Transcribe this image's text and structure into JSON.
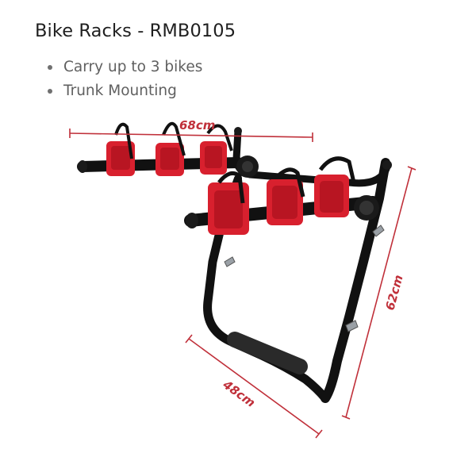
{
  "product": {
    "title": "Bike Racks - RMB0105",
    "features": [
      "Carry up to 3 bikes",
      "Trunk Mounting"
    ]
  },
  "image": {
    "subject": "trunk-mount-bike-rack",
    "dimensions": {
      "width": "68cm",
      "height": "62cm",
      "depth": "48cm"
    }
  },
  "colors": {
    "dimension_line": "#c0303a",
    "frame": "#111111",
    "cradle": "#d8202e",
    "title": "#1f1f1f",
    "feature_text": "#606060"
  }
}
